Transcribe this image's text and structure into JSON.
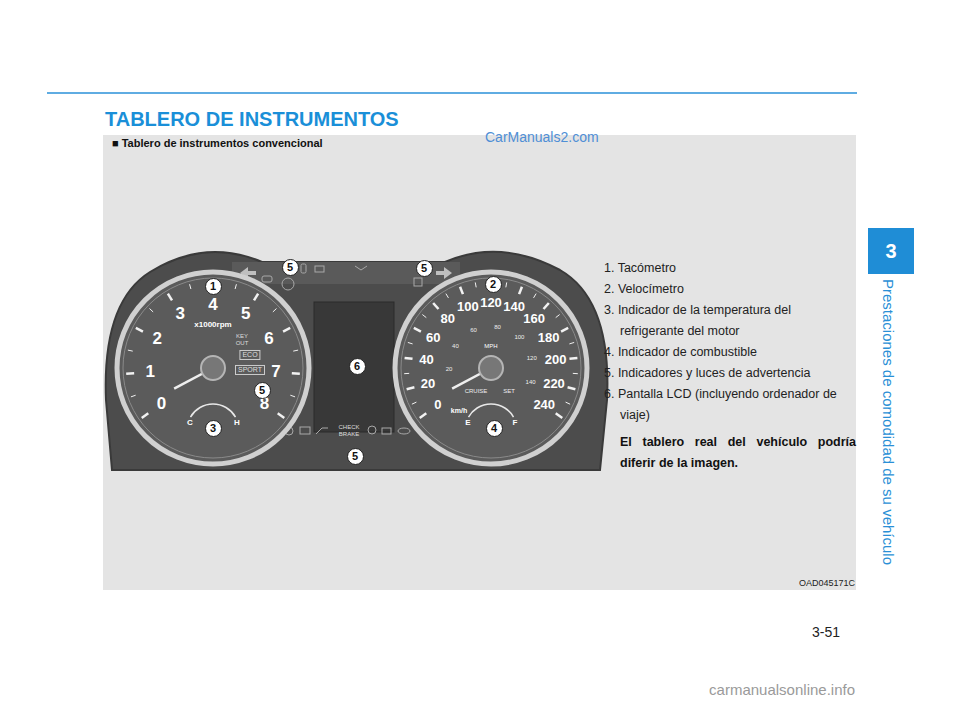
{
  "diagram": {
    "title": "TABLERO DE INSTRUMENTOS",
    "nodes": [
      {
        "text": [
          "5"
        ]
      },
      {
        "text": [
          "5"
        ]
      },
      {
        "text": [
          "1"
        ]
      },
      {
        "text": [
          "2"
        ]
      },
      {
        "text": [
          "6"
        ]
      },
      {
        "text": [
          "5"
        ]
      },
      {
        "text": [
          "3"
        ]
      },
      {
        "text": [
          "4"
        ]
      },
      {
        "text": [
          "5"
        ]
      },
      {
        "text": [
          "3"
        ]
      }
    ],
    "labels": [
      "■ Tablero de instrumentos convencional",
      "CarManuals2.com",
      "0",
      "1",
      "2",
      "3",
      "4",
      "5",
      "6",
      "7",
      "8",
      "x1000rpm",
      "KEY OUT",
      "ECO",
      "SPORT",
      "C",
      "H",
      "0",
      "20",
      "40",
      "60",
      "80",
      "100",
      "120",
      "140",
      "160",
      "180",
      "200",
      "220",
      "240",
      "km/h",
      "MPH",
      "20",
      "40",
      "60",
      "80",
      "100",
      "120",
      "140",
      "CRUISE",
      "SET",
      "E",
      "F",
      "CHECK BRAKE",
      "1. Tacómetro",
      "2. Velocímetro",
      "3. Indicador de la temperatura del refrigerante del motor",
      "4. Indicador de combustible",
      "5. Indicadores y luces de advertencia",
      "6. Pantalla LCD (incluyendo ordenador de viaje)",
      "El tablero real del vehículo podría diferir de la imagen.",
      "OAD045171C",
      "3-51",
      "Prestaciones de comodidad de su vehículo",
      "carmanualsonline.info"
    ]
  }
}
